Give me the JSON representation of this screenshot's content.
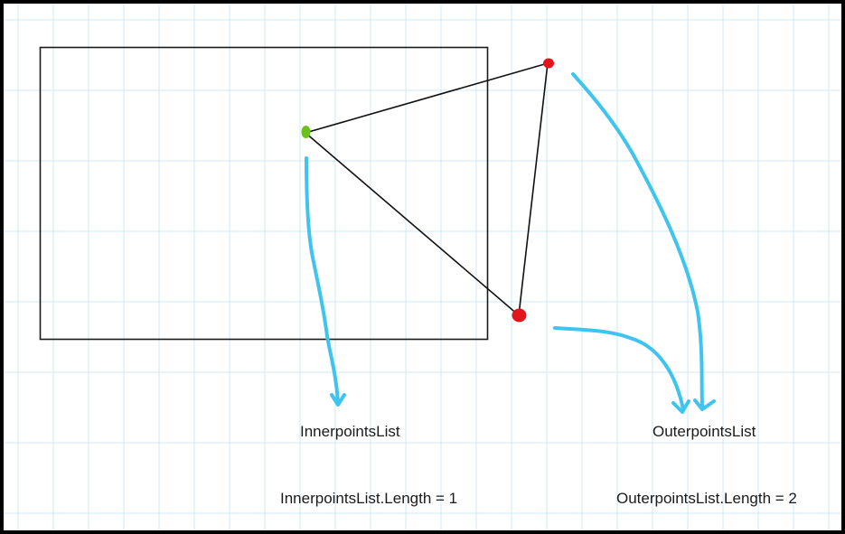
{
  "labels": {
    "inner_list": "InnerpointsList",
    "outer_list": "OuterpointsList",
    "inner_length": "InnerpointsList.Length = 1",
    "outer_length": "OuterpointsList.Length = 2"
  },
  "colors": {
    "grid": "#cfe8f3",
    "frame": "#000000",
    "rectangle": "#1a1a1a",
    "triangle": "#111111",
    "inner_point": "#6cc21a",
    "outer_point": "#e3141c",
    "arrow": "#3fc4ef"
  }
}
